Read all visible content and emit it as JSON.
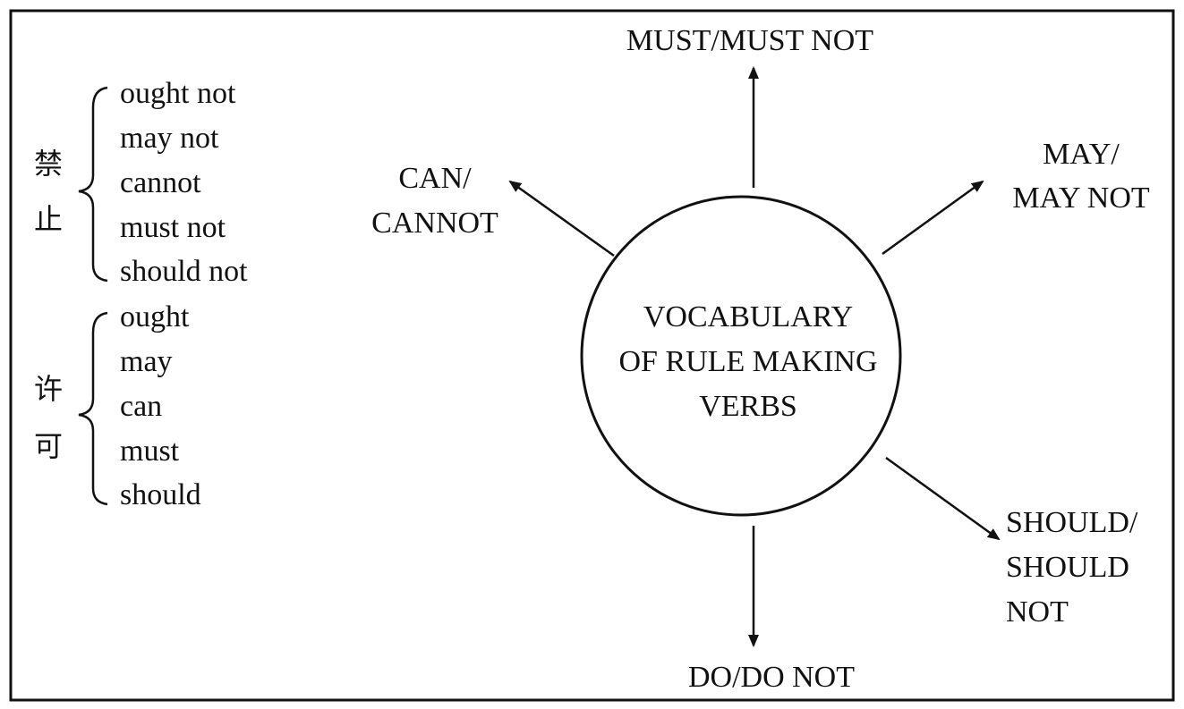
{
  "left_panel": {
    "groups": [
      {
        "label_chars": [
          "禁",
          "止"
        ],
        "items": [
          "ought not",
          "may not",
          "cannot",
          "must not",
          "should not"
        ]
      },
      {
        "label_chars": [
          "许",
          "可"
        ],
        "items": [
          "ought",
          "may",
          "can",
          "must",
          "should"
        ]
      }
    ]
  },
  "hub": {
    "lines": [
      "VOCABULARY",
      "OF RULE MAKING",
      "VERBS"
    ]
  },
  "spokes": {
    "top": [
      "MUST/MUST NOT"
    ],
    "upper_right": [
      "MAY/",
      "MAY NOT"
    ],
    "lower_right": [
      "SHOULD/",
      "SHOULD",
      "NOT"
    ],
    "bottom": [
      "DO/DO NOT"
    ],
    "upper_left": [
      "CAN/",
      "CANNOT"
    ]
  },
  "colors": {
    "ink": "#111111",
    "background": "#ffffff"
  }
}
